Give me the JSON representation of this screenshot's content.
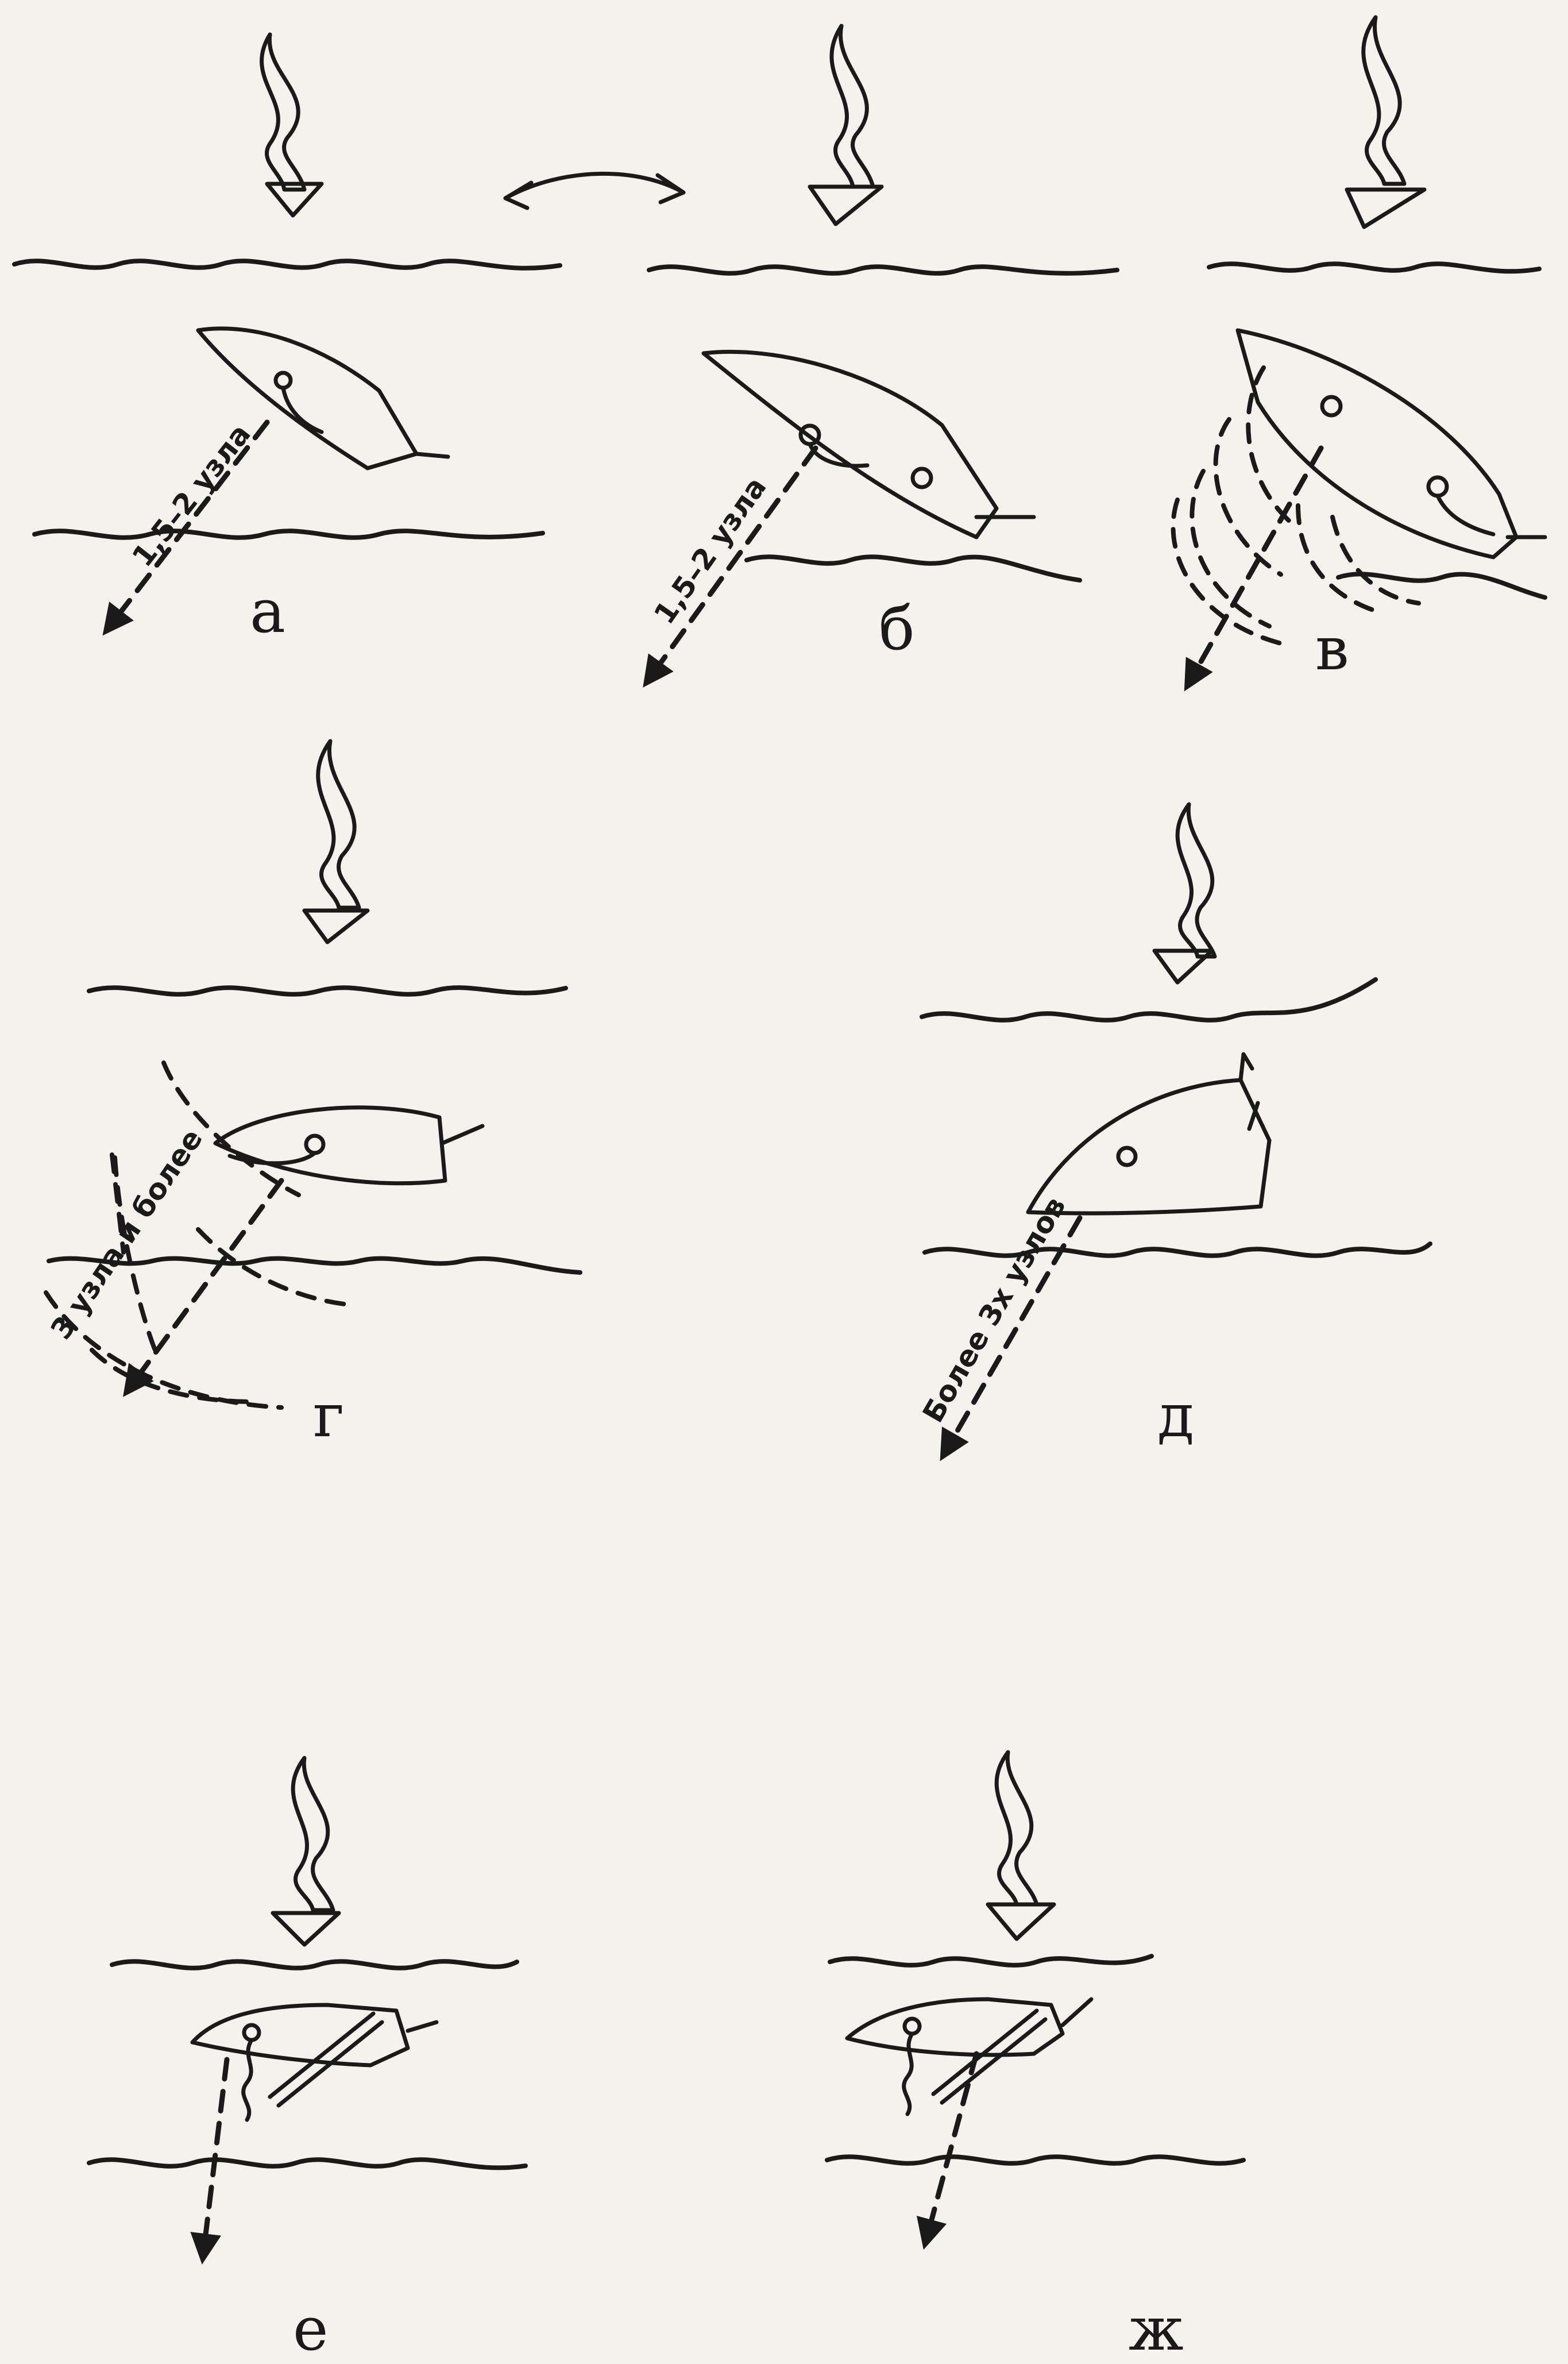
{
  "panels": [
    {
      "id": "a",
      "letter": "а",
      "speed": "1,5–2 узла"
    },
    {
      "id": "b",
      "letter": "б",
      "speed": "1,5–2 узла"
    },
    {
      "id": "v",
      "letter": "в"
    },
    {
      "id": "g",
      "letter": "г",
      "speed": "3 узла и более"
    },
    {
      "id": "d",
      "letter": "д",
      "speed": "Более 3х узлов"
    },
    {
      "id": "e",
      "letter": "е"
    },
    {
      "id": "zh",
      "letter": "ж"
    }
  ],
  "colors": {
    "ink": "#1a1a1a",
    "paper": "#f4f2ec"
  },
  "icons": [
    "wind-arrow-icon",
    "swap-arrow-icon",
    "boat-hull-icon",
    "drift-arrow-icon"
  ]
}
